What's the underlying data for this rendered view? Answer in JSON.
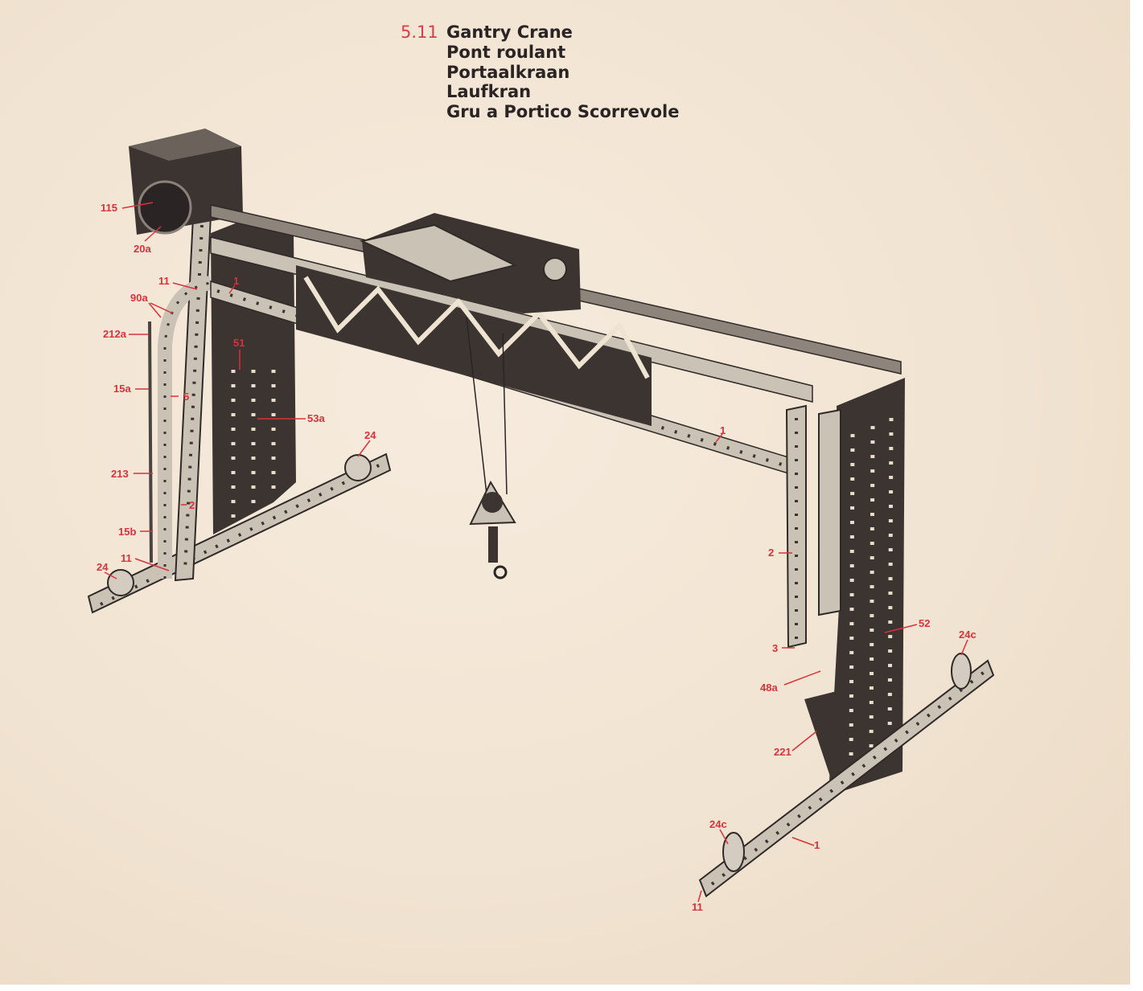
{
  "model": {
    "number": "5.11",
    "names": [
      "Gantry Crane",
      "Pont roulant",
      "Portaalkraan",
      "Laufkran",
      "Gru a Portico Scorrevole"
    ]
  },
  "part_labels": [
    "115",
    "20a",
    "11",
    "1",
    "90a",
    "212a",
    "51",
    "15a",
    "5",
    "53a",
    "24",
    "213",
    "2",
    "15b",
    "11",
    "24",
    "1",
    "2",
    "52",
    "24c",
    "3",
    "48a",
    "221",
    "24c",
    "1",
    "11"
  ],
  "colors": {
    "label": "#d8323c",
    "paper": "#f1e3d1",
    "metal_dark": "#3b3431",
    "metal_light": "#cfc6bb"
  }
}
